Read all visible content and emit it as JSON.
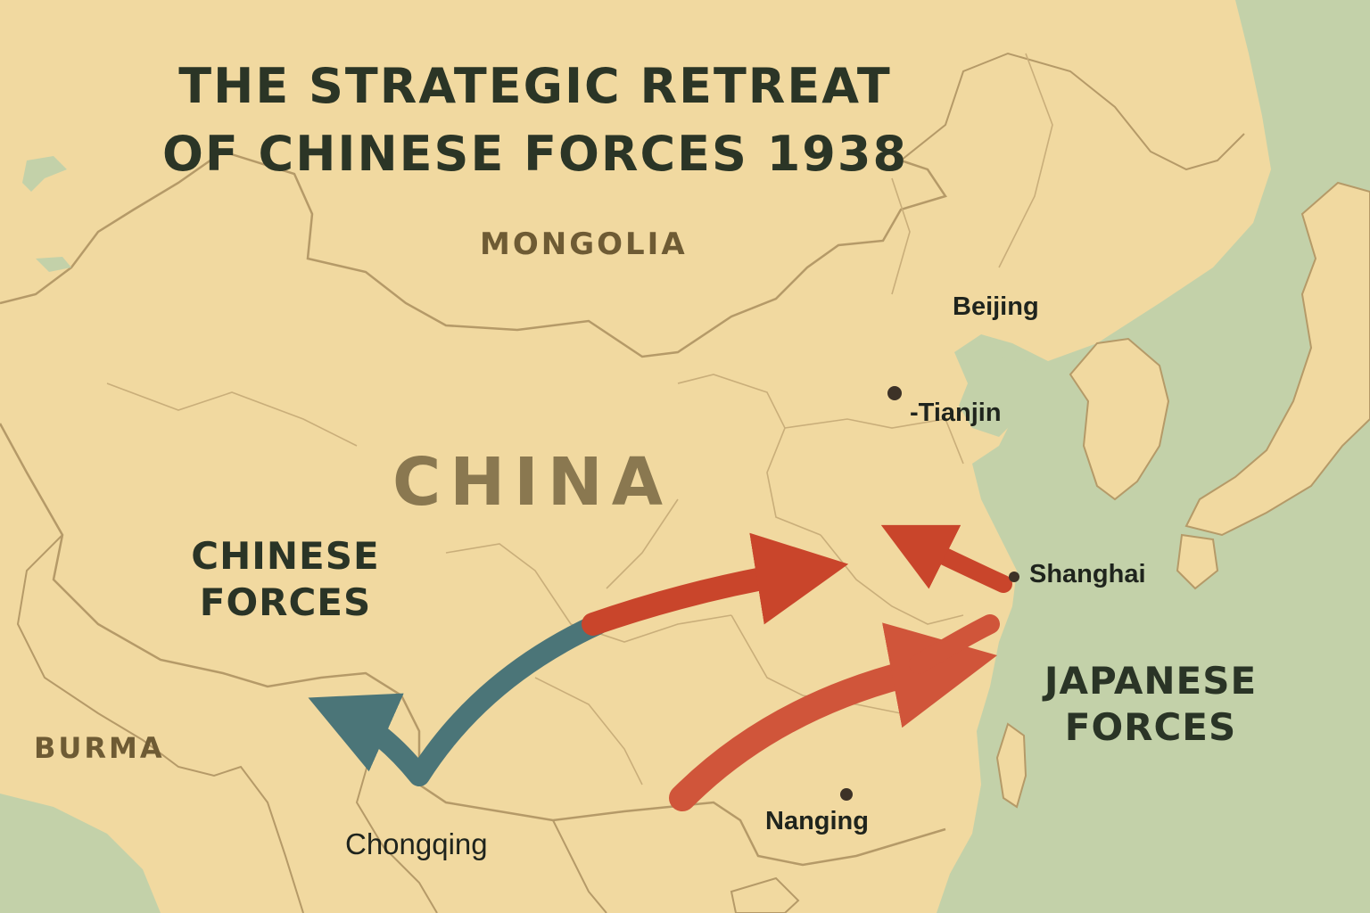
{
  "title": {
    "line1": "THE STRATEGIC RETREAT",
    "line2": "OF CHINESE FORCES 1938"
  },
  "regions": {
    "mongolia": "MONGOLIA",
    "china": "CHINA",
    "burma": "BURMA"
  },
  "cities": {
    "beijing": "Beijing",
    "tianjin": "-Tianjin",
    "shanghai": "Shanghai",
    "nanging": "Nanging",
    "chongqing": "Chongqing"
  },
  "forces": {
    "chinese_line1": "CHINESE",
    "chinese_line2": "FORCES",
    "japanese_line1": "JAPANESE",
    "japanese_line2": "FORCES"
  },
  "colors": {
    "land": "#f1d9a0",
    "sea": "#c3d1a9",
    "border": "#b59a68",
    "chinese_arrow": "#4b7578",
    "japanese_arrow": "#c9452b",
    "title_text": "#2b3526"
  }
}
